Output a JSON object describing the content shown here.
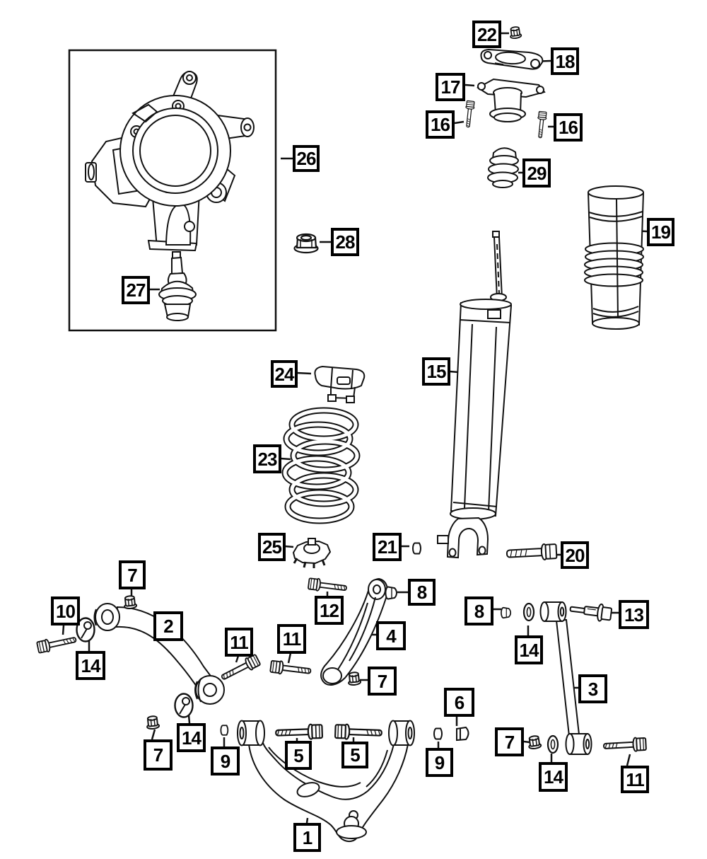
{
  "diagram": {
    "kind": "exploded-parts-diagram",
    "subject": "rear-suspension",
    "colors": {
      "line": "#000000",
      "background": "#ffffff"
    }
  },
  "callouts": [
    {
      "label": "26",
      "part": "knuckle"
    },
    {
      "label": "27",
      "part": "ball-joint"
    },
    {
      "label": "28",
      "part": "flange-nut"
    },
    {
      "label": "22",
      "part": "nut"
    },
    {
      "label": "18",
      "part": "shock-mount-plate"
    },
    {
      "label": "17",
      "part": "shock-upper-mount"
    },
    {
      "label": "16",
      "part": "bolt"
    },
    {
      "label": "16",
      "part": "bolt"
    },
    {
      "label": "29",
      "part": "jounce-bumper"
    },
    {
      "label": "19",
      "part": "dust-shield"
    },
    {
      "label": "15",
      "part": "shock-absorber"
    },
    {
      "label": "24",
      "part": "upper-spring-isolator"
    },
    {
      "label": "23",
      "part": "coil-spring"
    },
    {
      "label": "25",
      "part": "lower-spring-isolator"
    },
    {
      "label": "21",
      "part": "bushing"
    },
    {
      "label": "20",
      "part": "bolt"
    },
    {
      "label": "7",
      "part": "nut"
    },
    {
      "label": "10",
      "part": "bolt"
    },
    {
      "label": "14",
      "part": "cam-washer"
    },
    {
      "label": "2",
      "part": "upper-control-arm"
    },
    {
      "label": "12",
      "part": "bolt"
    },
    {
      "label": "11",
      "part": "bolt"
    },
    {
      "label": "11",
      "part": "bolt"
    },
    {
      "label": "8",
      "part": "bushing"
    },
    {
      "label": "4",
      "part": "camber-link"
    },
    {
      "label": "8",
      "part": "bushing"
    },
    {
      "label": "14",
      "part": "cam-washer"
    },
    {
      "label": "13",
      "part": "cam-bolt"
    },
    {
      "label": "3",
      "part": "toe-link"
    },
    {
      "label": "7",
      "part": "nut"
    },
    {
      "label": "7",
      "part": "nut"
    },
    {
      "label": "14",
      "part": "cam-washer"
    },
    {
      "label": "9",
      "part": "nut"
    },
    {
      "label": "6",
      "part": "cap"
    },
    {
      "label": "9",
      "part": "nut"
    },
    {
      "label": "5",
      "part": "bolt"
    },
    {
      "label": "5",
      "part": "bolt"
    },
    {
      "label": "7",
      "part": "nut"
    },
    {
      "label": "14",
      "part": "cam-washer"
    },
    {
      "label": "11",
      "part": "bolt"
    },
    {
      "label": "1",
      "part": "lower-control-arm"
    }
  ]
}
